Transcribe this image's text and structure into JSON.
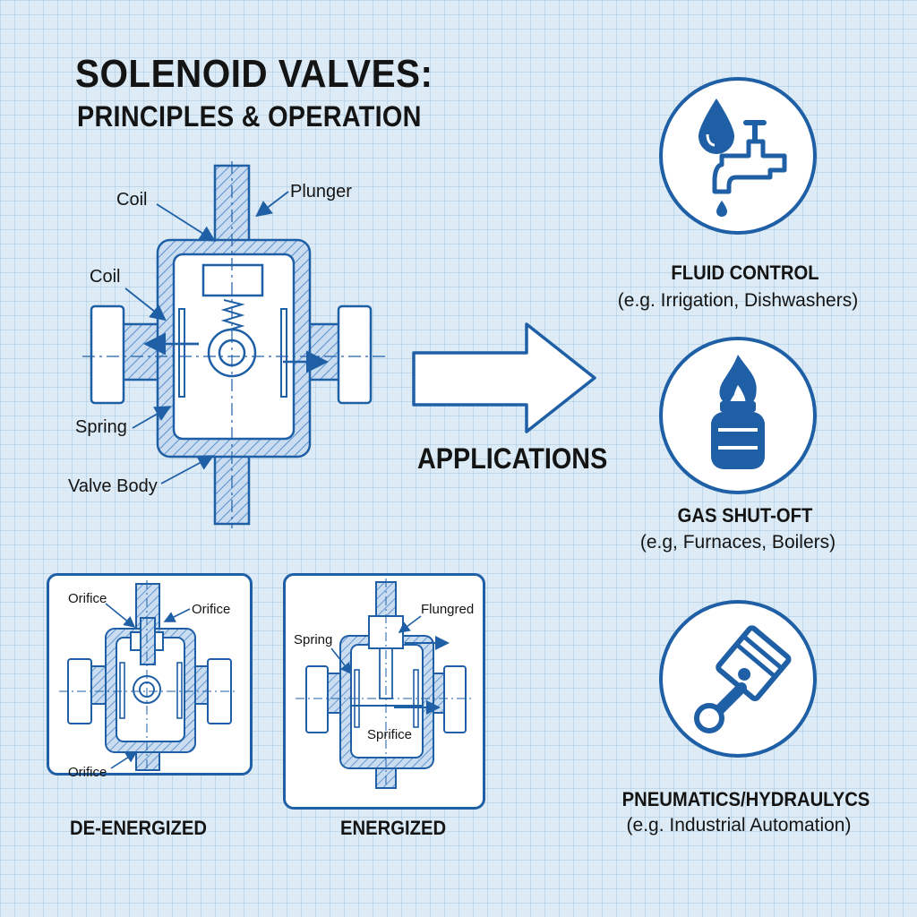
{
  "header": {
    "title": "SOLENOID VALVES:",
    "subtitle": "PRINCIPLES & OPERATION"
  },
  "main_diagram": {
    "labels": {
      "coil_top": "Coil",
      "plunger": "Plunger",
      "coil_side": "Coil",
      "spring": "Spring",
      "valve_body": "Valve Body"
    }
  },
  "deenergized": {
    "caption": "DE-ENERGIZED",
    "labels": {
      "orifice_left": "Orifice",
      "orifice_right": "Orifice",
      "orifice_bottom": "Orifice"
    }
  },
  "energized": {
    "caption": "ENERGIZED",
    "labels": {
      "flunged": "Flungred",
      "spring": "Spring",
      "sprifice": "Sprifice"
    }
  },
  "applications": {
    "heading": "APPLICATIONS",
    "items": [
      {
        "icon": "faucet-drop-icon",
        "title": "FLUID CONTROL",
        "subtitle": "(e.g. Irrigation, Dishwashers)"
      },
      {
        "icon": "gas-flame-icon",
        "title": "GAS SHUT-OFT",
        "subtitle": "(e.g, Furnaces, Boilers)"
      },
      {
        "icon": "piston-icon",
        "title": "PNEUMATICS/HYDRAULYCS",
        "subtitle": "(e.g. Industrial Automation)"
      }
    ]
  },
  "colors": {
    "accent": "#1f5fa6",
    "hatch": "#5b8fcf",
    "background": "#dcebf5"
  }
}
